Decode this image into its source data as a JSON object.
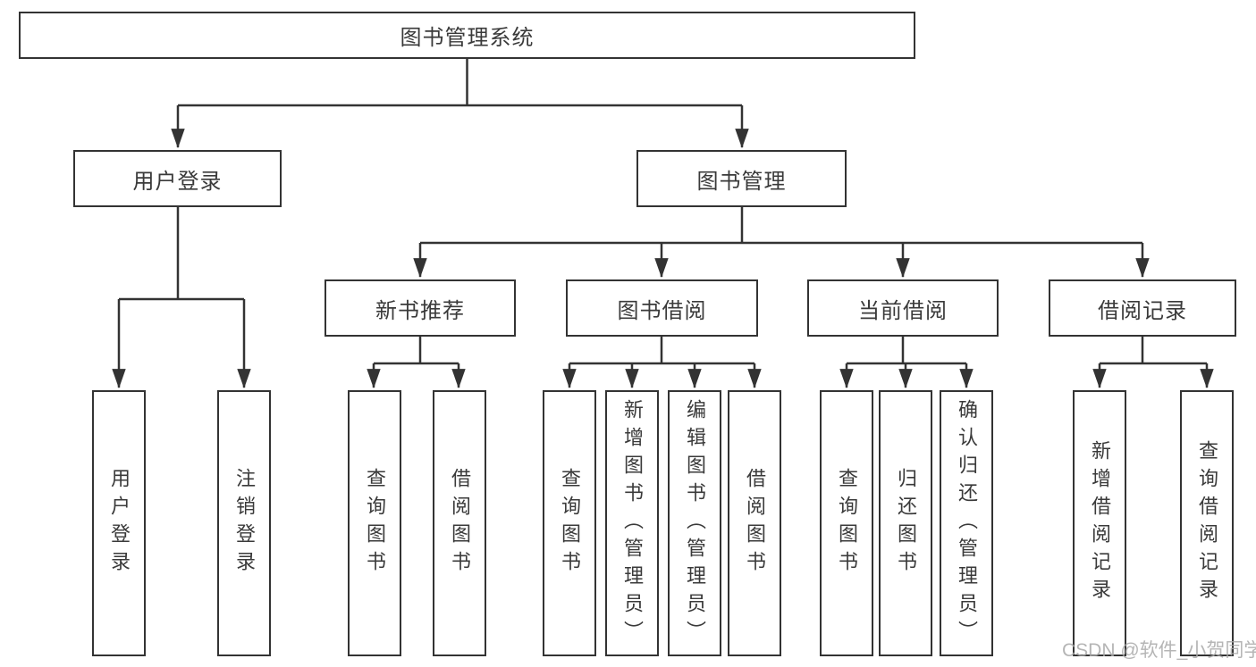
{
  "diagram": {
    "root": {
      "label": "图书管理系统"
    },
    "branches": [
      {
        "label": "用户登录",
        "children": [
          {
            "label": "用户登录"
          },
          {
            "label": "注销登录"
          }
        ]
      },
      {
        "label": "图书管理",
        "children": [
          {
            "label": "新书推荐",
            "children": [
              {
                "label": "查询图书"
              },
              {
                "label": "借阅图书"
              }
            ]
          },
          {
            "label": "图书借阅",
            "children": [
              {
                "label": "查询图书"
              },
              {
                "label": "新增图书（管理员）"
              },
              {
                "label": "编辑图书（管理员）"
              },
              {
                "label": "借阅图书"
              }
            ]
          },
          {
            "label": "当前借阅",
            "children": [
              {
                "label": "查询图书"
              },
              {
                "label": "归还图书"
              },
              {
                "label": "确认归还（管理员）"
              }
            ]
          },
          {
            "label": "借阅记录",
            "children": [
              {
                "label": "新增借阅记录"
              },
              {
                "label": "查询借阅记录"
              }
            ]
          }
        ]
      }
    ]
  },
  "watermark": {
    "text": "CSDN @软件_小贺同学"
  },
  "colors": {
    "line": "#333333",
    "border": "#333333",
    "text": "#3a3a3a",
    "watermark": "#a8a8a8",
    "background": "#ffffff"
  }
}
